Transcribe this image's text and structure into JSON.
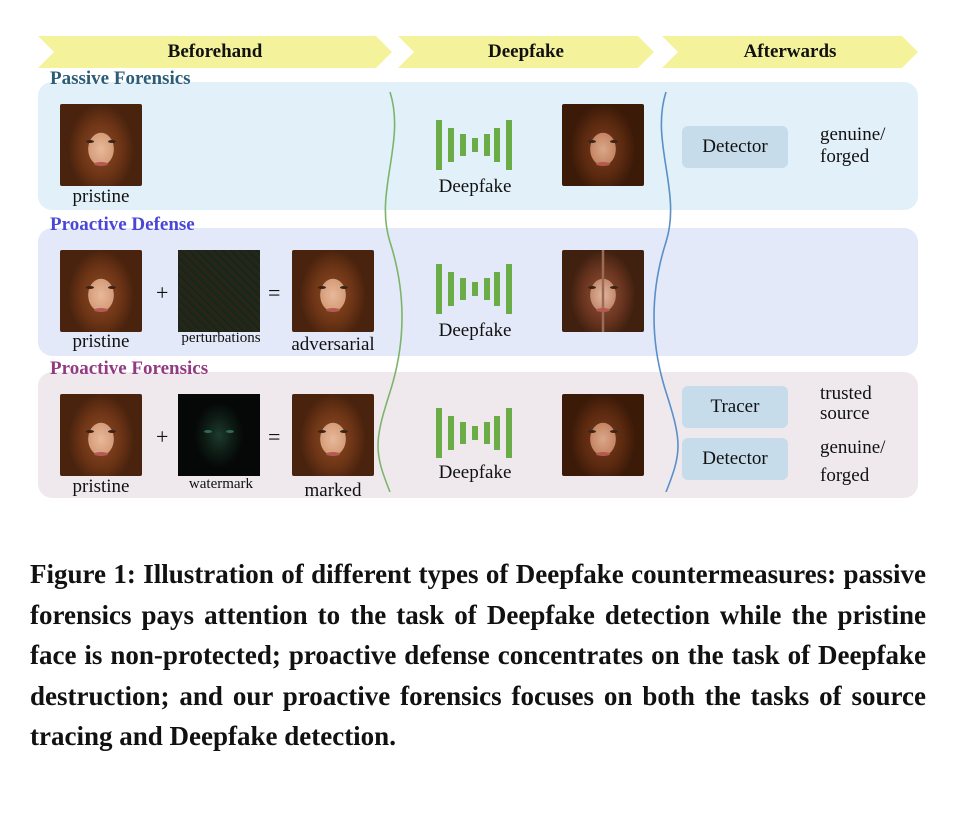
{
  "header": {
    "stage1": "Beforehand",
    "stage2": "Deepfake",
    "stage3": "Afterwards"
  },
  "rows": {
    "passive": {
      "title": "Passive Forensics",
      "title_color": "#2a5d78",
      "panel_color": "#e2f0f9",
      "input_label": "pristine",
      "model_label": "Deepfake",
      "detector_label": "Detector",
      "detector_result": "genuine/\nforged"
    },
    "defense": {
      "title": "Proactive Defense",
      "title_color": "#4a47d8",
      "panel_color": "#e3e9f8",
      "input_label": "pristine",
      "plus": "+",
      "perturb_label": "perturbations",
      "equals": "=",
      "output_label": "adversarial",
      "model_label": "Deepfake"
    },
    "forensics": {
      "title": "Proactive Forensics",
      "title_color": "#933a82",
      "panel_color": "#efe9ee",
      "input_label": "pristine",
      "plus": "+",
      "watermark_label": "watermark",
      "equals": "=",
      "output_label": "marked",
      "model_label": "Deepfake",
      "tracer_label": "Tracer",
      "tracer_result": "trusted\nsource",
      "detector_label": "Detector",
      "detector_result": "genuine/\nforged"
    }
  },
  "colors": {
    "arrow": "#f4f29a",
    "model_green": "#6aac45",
    "button": "#c6dcea",
    "green_divider": "#7cb56a",
    "blue_divider": "#5a8fc8"
  },
  "caption": "Figure 1: Illustration of different types of Deepfake countermeasures: passive forensics pays attention to the task of Deepfake detection while the pristine face is non-protected; proactive defense concentrates on the task of Deepfake destruction; and our proactive forensics focuses on both the tasks of source tracing and Deepfake detection."
}
